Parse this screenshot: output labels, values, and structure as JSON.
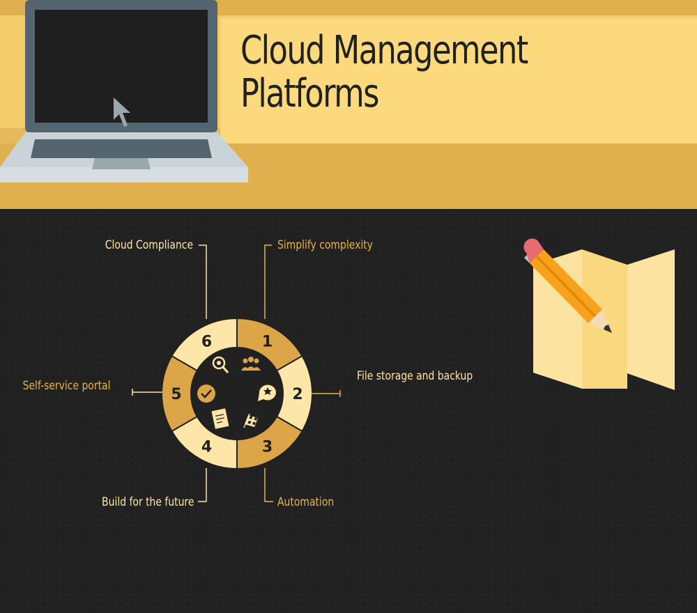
{
  "title": {
    "line1": "Cloud Management",
    "line2": "Platforms"
  },
  "colors": {
    "background_dark": "#222121",
    "header_gold": "#e0b04e",
    "title_panel": "#fcd97c",
    "segment_gold": "#dca648",
    "segment_cream": "#fde6a8",
    "text_cream": "#fde6a8",
    "text_gold": "#e8b44a"
  },
  "cycle": {
    "segments": [
      {
        "number": "1",
        "label": "Simplify complexity",
        "icon": "people-group-icon"
      },
      {
        "number": "2",
        "label": "File storage and backup",
        "icon": "chat-star-icon"
      },
      {
        "number": "3",
        "label": "Automation",
        "icon": "checkered-flag-icon"
      },
      {
        "number": "4",
        "label": "Build for the future",
        "icon": "document-icon"
      },
      {
        "number": "5",
        "label": "Self-service portal",
        "icon": "check-circle-icon"
      },
      {
        "number": "6",
        "label": "Cloud Compliance",
        "icon": "magnifier-eye-icon"
      }
    ]
  },
  "decorations": {
    "laptop": "laptop-icon",
    "cursor": "mouse-cursor-icon",
    "map": "folded-map-icon",
    "pencil": "pencil-icon"
  }
}
